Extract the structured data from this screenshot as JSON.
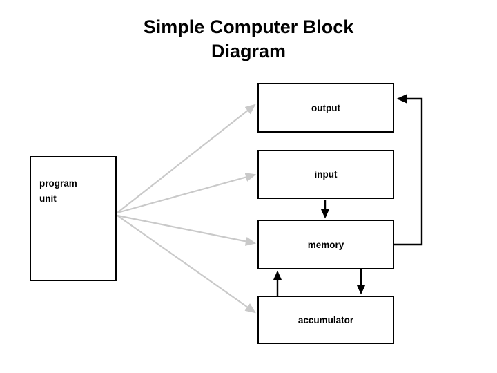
{
  "slide": {
    "title": "Simple Computer Block\nDiagram",
    "background_color": "#ffffff",
    "text_color": "#000000"
  },
  "blocks": [
    {
      "id": "program-unit",
      "label": "program\nunit",
      "align": "top-left"
    },
    {
      "id": "output",
      "label": "output",
      "align": "center"
    },
    {
      "id": "input",
      "label": "input",
      "align": "center"
    },
    {
      "id": "memory",
      "label": "memory",
      "align": "center"
    },
    {
      "id": "accumulator",
      "label": "accumulator",
      "align": "center"
    }
  ],
  "connectors": {
    "control_color": "#c9c9c9",
    "data_color": "#000000",
    "control_lines": [
      {
        "from": "program-unit",
        "to": "output",
        "arrow": "to"
      },
      {
        "from": "program-unit",
        "to": "input",
        "arrow": "to"
      },
      {
        "from": "program-unit",
        "to": "memory",
        "arrow": "to"
      },
      {
        "from": "program-unit",
        "to": "accumulator",
        "arrow": "to"
      }
    ],
    "data_lines": [
      {
        "from": "input",
        "to": "memory",
        "arrow": "to",
        "path": "vertical"
      },
      {
        "from": "accumulator",
        "to": "memory",
        "arrow": "to",
        "path": "vertical"
      },
      {
        "from": "memory",
        "to": "accumulator",
        "arrow": "to",
        "path": "vertical"
      },
      {
        "from": "memory",
        "to": "output",
        "arrow": "to",
        "path": "right-up-left"
      }
    ]
  }
}
